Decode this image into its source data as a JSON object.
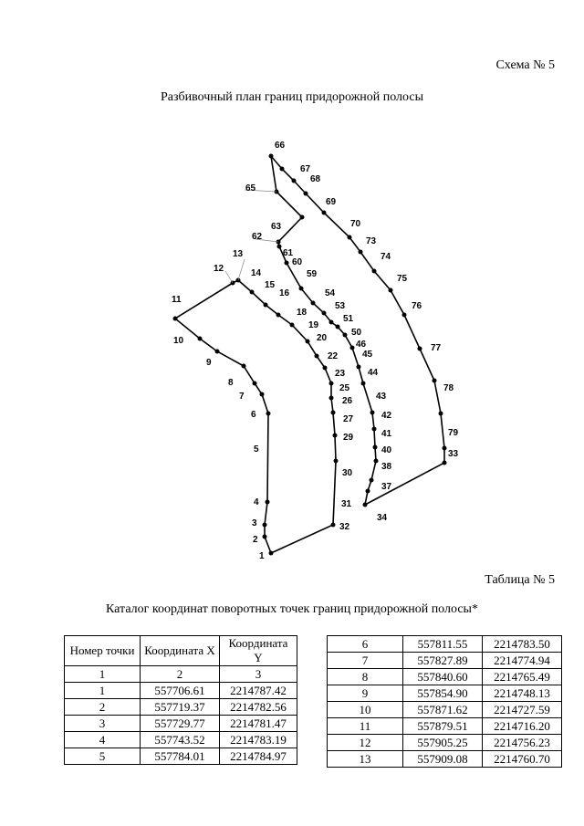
{
  "header": {
    "scheme_label": "Схема № 5",
    "plan_title": "Разбивочный план границ придорожной полосы"
  },
  "table_section": {
    "table_label": "Таблица № 5",
    "catalog_title": "Каталог координат поворотных точек границ придорожной полосы*"
  },
  "table": {
    "headers": {
      "col1": "Номер точки",
      "col2": "Координата X",
      "col3": "Координата Y"
    },
    "col_numbers": [
      "1",
      "2",
      "3"
    ],
    "rows_left": [
      [
        "1",
        "557706.61",
        "2214787.42"
      ],
      [
        "2",
        "557719.37",
        "2214782.56"
      ],
      [
        "3",
        "557729.77",
        "2214781.47"
      ],
      [
        "4",
        "557743.52",
        "2214783.19"
      ],
      [
        "5",
        "557784.01",
        "2214784.97"
      ]
    ],
    "rows_right": [
      [
        "6",
        "557811.55",
        "2214783.50"
      ],
      [
        "7",
        "557827.89",
        "2214774.94"
      ],
      [
        "8",
        "557840.60",
        "2214765.49"
      ],
      [
        "9",
        "557854.90",
        "2214748.13"
      ],
      [
        "10",
        "557871.62",
        "2214727.59"
      ],
      [
        "11",
        "557879.51",
        "2214716.20"
      ],
      [
        "12",
        "557905.25",
        "2214756.23"
      ],
      [
        "13",
        "557909.08",
        "2214760.70"
      ]
    ]
  },
  "plan": {
    "point_labels": [
      "1",
      "2",
      "3",
      "4",
      "5",
      "6",
      "7",
      "8",
      "9",
      "10",
      "11",
      "12",
      "13",
      "14",
      "15",
      "16",
      "18",
      "19",
      "20",
      "22",
      "23",
      "25",
      "26",
      "27",
      "29",
      "30",
      "31",
      "32",
      "33",
      "34",
      "37",
      "38",
      "40",
      "41",
      "42",
      "43",
      "44",
      "45",
      "46",
      "50",
      "51",
      "53",
      "54",
      "59",
      "60",
      "61",
      "62",
      "63",
      "65",
      "66",
      "67",
      "68",
      "69",
      "70",
      "73",
      "74",
      "75",
      "76",
      "77",
      "78",
      "79"
    ]
  }
}
